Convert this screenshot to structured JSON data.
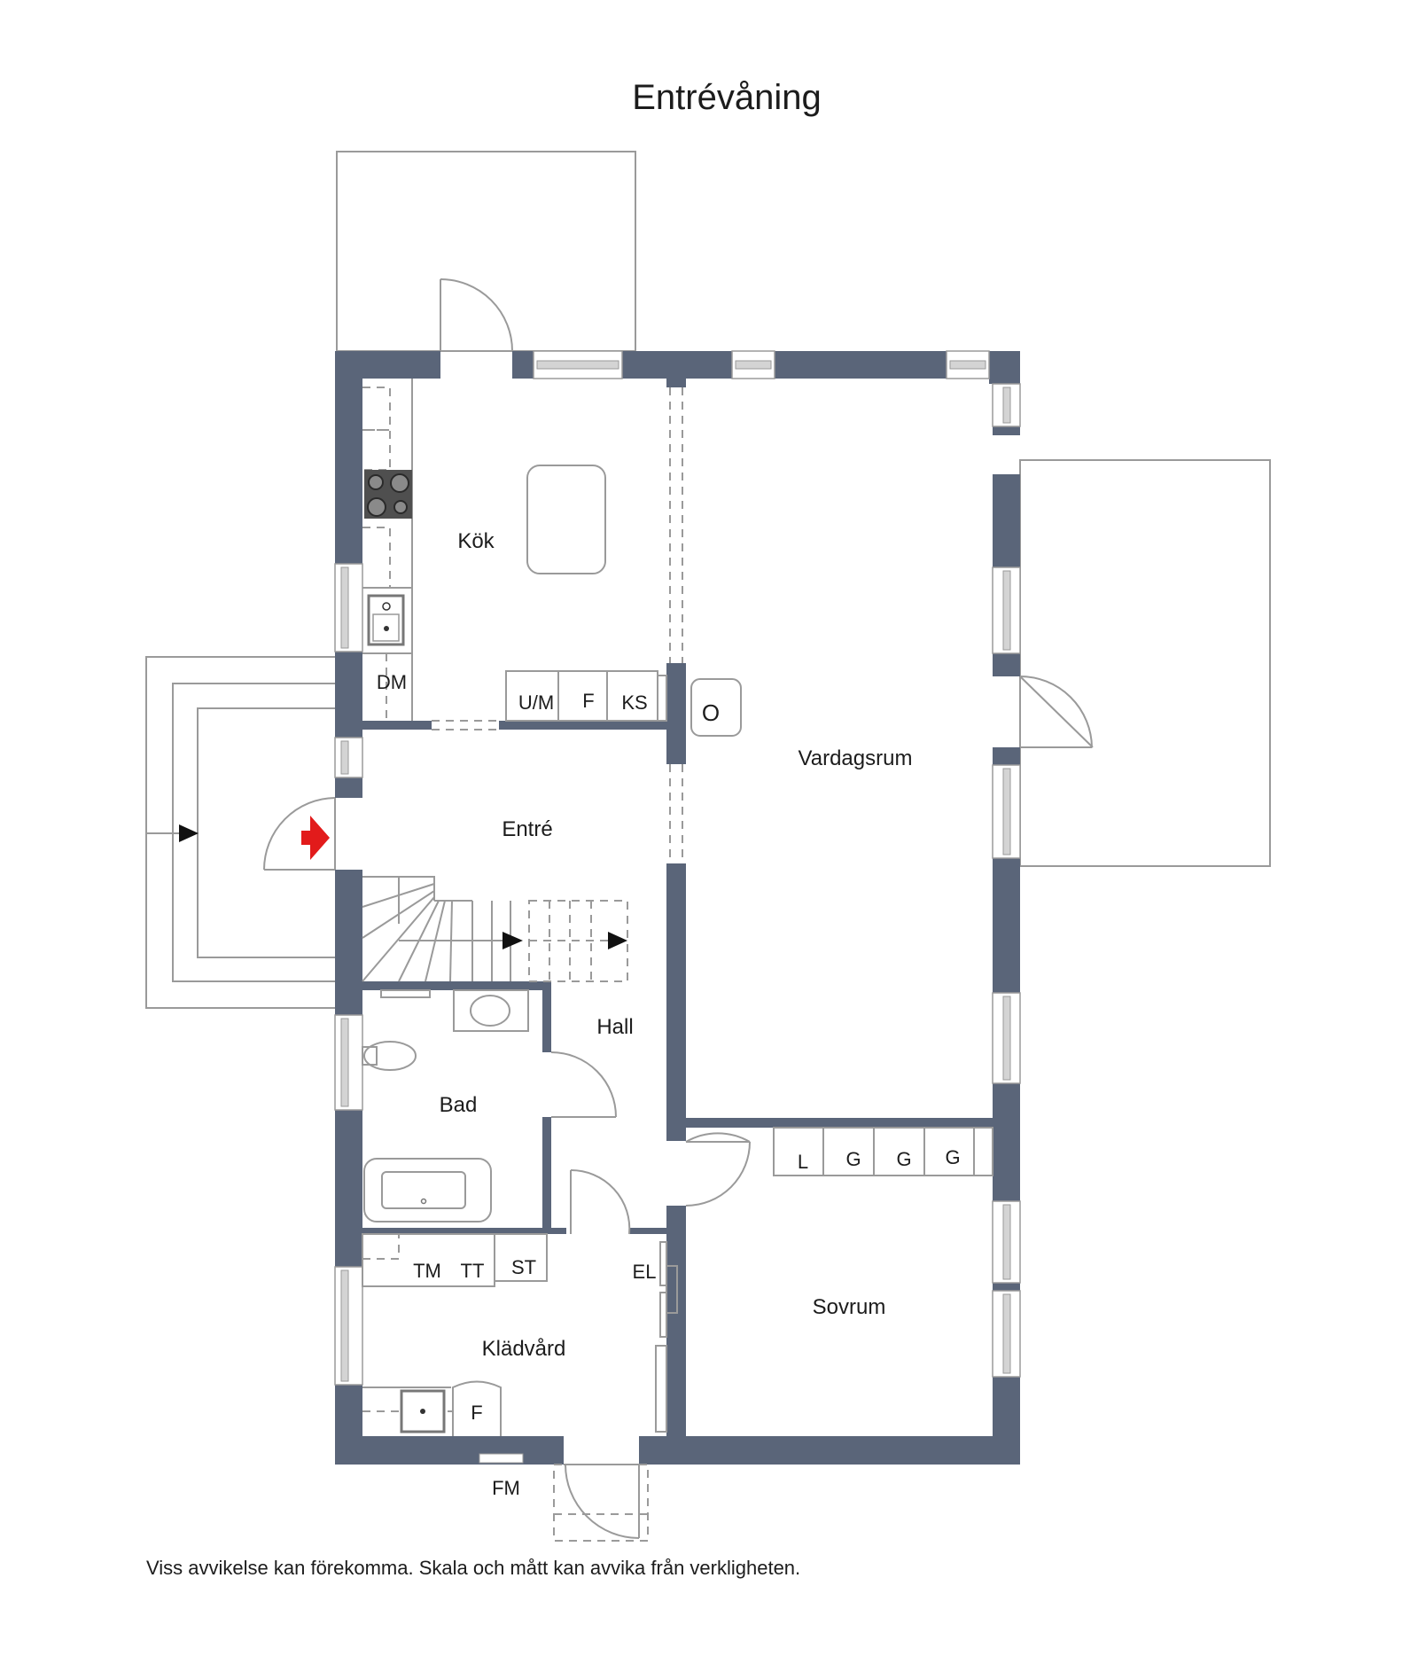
{
  "title": "Entrévåning",
  "disclaimer": "Viss avvikelse kan förekomma. Skala och mått kan avvika från verkligheten.",
  "colors": {
    "wall": "#5a6579",
    "line": "#9a9a9a",
    "window_glass": "#cfcfcf",
    "entry_arrow": "#e21b1b",
    "text": "#1c1c1c"
  },
  "rooms": {
    "kok": "Kök",
    "vardagsrum": "Vardagsrum",
    "entre": "Entré",
    "hall": "Hall",
    "bad": "Bad",
    "sovrum": "Sovrum",
    "kladvard": "Klädvård"
  },
  "fixtures": {
    "dm": "DM",
    "um": "U/M",
    "f_kitchen": "F",
    "ks": "KS",
    "stove_o": "O",
    "l": "L",
    "g1": "G",
    "g2": "G",
    "g3": "G",
    "tm": "TM",
    "tt": "TT",
    "st": "ST",
    "el": "EL",
    "f_laundry": "F",
    "fm": "FM"
  }
}
